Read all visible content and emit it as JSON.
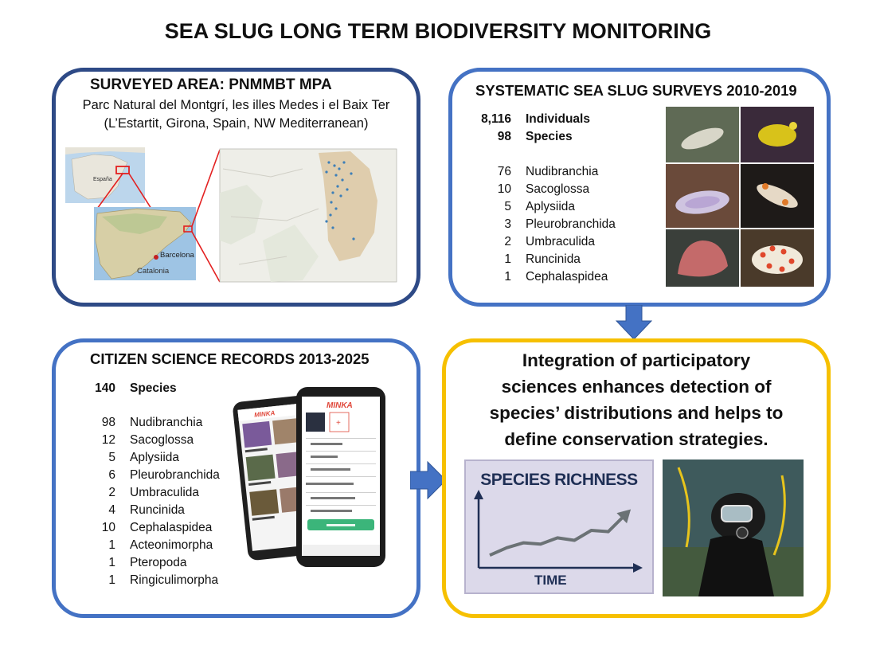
{
  "title": "SEA SLUG LONG TERM BIODIVERSITY MONITORING",
  "surveyed": {
    "title": "SURVEYED AREA:    PNMMBT   MPA",
    "line1": "Parc Natural del Montgrí,  les illes Medes i el Baix Ter",
    "line2": "(L’Estartit, Girona, Spain, NW Mediterranean)",
    "map_labels": {
      "spain": "España",
      "barcelona": "Barcelona",
      "catalonia": "Catalonia"
    }
  },
  "systematic": {
    "title": "SYSTEMATIC SEA SLUG SURVEYS 2010-2019",
    "totals": [
      {
        "n": "8,116",
        "label": "Individuals"
      },
      {
        "n": "98",
        "label": "Species"
      }
    ],
    "groups": [
      {
        "n": "76",
        "label": "Nudibranchia"
      },
      {
        "n": "10",
        "label": "Sacoglossa"
      },
      {
        "n": "5",
        "label": "Aplysiida"
      },
      {
        "n": "3",
        "label": "Pleurobranchida"
      },
      {
        "n": "2",
        "label": "Umbraculida"
      },
      {
        "n": "1",
        "label": "Runcinida"
      },
      {
        "n": "1",
        "label": "Cephalaspidea"
      }
    ]
  },
  "citizen": {
    "title": "CITIZEN SCIENCE RECORDS 2013-2025",
    "totals": [
      {
        "n": "140",
        "label": "Species"
      }
    ],
    "groups": [
      {
        "n": "98",
        "label": "Nudibranchia"
      },
      {
        "n": "12",
        "label": "Sacoglossa"
      },
      {
        "n": "5",
        "label": "Aplysiida"
      },
      {
        "n": "6",
        "label": "Pleurobranchida"
      },
      {
        "n": "2",
        "label": "Umbraculida"
      },
      {
        "n": "4",
        "label": "Runcinida"
      },
      {
        "n": "10",
        "label": "Cephalaspidea"
      },
      {
        "n": "1",
        "label": "Acteonimorpha"
      },
      {
        "n": "1",
        "label": "Pteropoda"
      },
      {
        "n": "1",
        "label": "Ringiculimorpha"
      }
    ],
    "app_brand": "MINKA"
  },
  "conclusion": {
    "lines": [
      "Integration of participatory",
      "sciences enhances detection of",
      "species’ distributions and helps to",
      "define conservation strategies."
    ]
  },
  "richness": {
    "title": "SPECIES RICHNESS",
    "xlabel": "TIME",
    "trend": [
      0.1,
      0.22,
      0.3,
      0.28,
      0.38,
      0.34,
      0.5,
      0.48,
      0.75
    ]
  },
  "colors": {
    "dark_blue": "#2e4a86",
    "blue": "#4472c4",
    "gold": "#f6c000",
    "arrow": "#4472c4",
    "richness_bg": "#dcd9ea",
    "trend_line": "#6b7275",
    "minka": "#e0483b"
  }
}
